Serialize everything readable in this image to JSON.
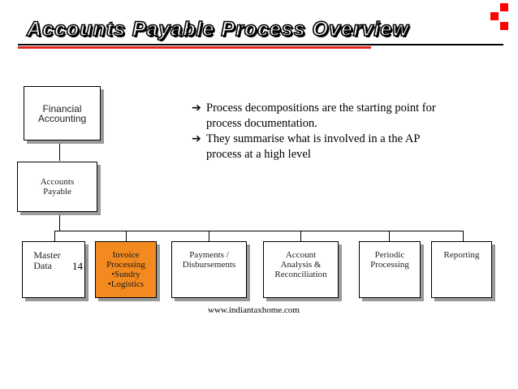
{
  "title": "Accounts Payable Process Overview",
  "nodes": {
    "financial_accounting": "Financial\nAccounting",
    "accounts_payable": "Accounts\nPayable",
    "master_data": "Master\nData",
    "invoice_processing": "Invoice\nProcessing\n•Sundry\n•Logistics",
    "payments": "Payments /\nDisbursements",
    "account_analysis": "Account\nAnalysis &\nReconciliation",
    "periodic_processing": "Periodic\nProcessing",
    "reporting": "Reporting"
  },
  "bullets": [
    "Process decompositions are the starting point for process documentation.",
    "They summarise what is involved in a the AP process at a high level"
  ],
  "page_number": "14",
  "footer_url": "www.indiantaxhome.com",
  "colors": {
    "accent_red": "#e1261c",
    "highlight_orange": "#f28a1f"
  }
}
